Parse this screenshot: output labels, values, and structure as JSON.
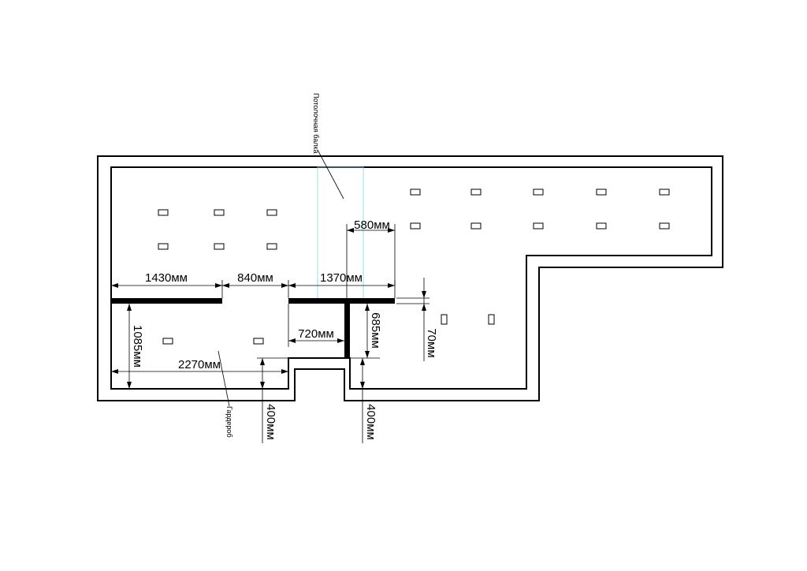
{
  "colors": {
    "ink": "#000000",
    "beam": "#7fd8e0",
    "background": "#ffffff"
  },
  "labels": {
    "beam_note": "Потолочная балка",
    "wardrobe_note": "Гардероб"
  },
  "dimensions": {
    "d1430": "1430мм",
    "d840": "840мм",
    "d1370": "1370мм",
    "d580": "580мм",
    "d720": "720мм",
    "d2270": "2270мм",
    "d1085": "1085мм",
    "d685": "685мм",
    "d70": "70мм",
    "d400_left": "400мм",
    "d400_right": "400мм"
  }
}
